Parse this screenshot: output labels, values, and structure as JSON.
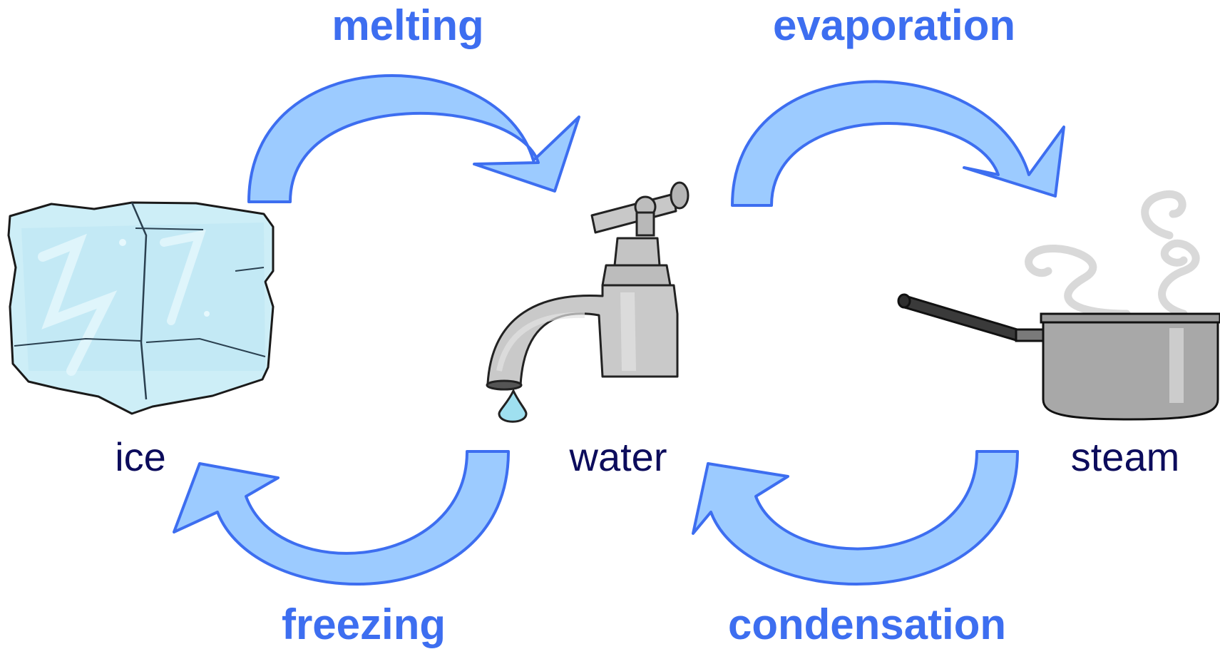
{
  "states": {
    "ice": "ice",
    "water": "water",
    "steam": "steam"
  },
  "processes": {
    "melting": "melting",
    "evaporation": "evaporation",
    "freezing": "freezing",
    "condensation": "condensation"
  },
  "colors": {
    "process_text": "#3d6ef0",
    "state_text": "#0c0c5c",
    "arrow_fill": "#9ccbff",
    "arrow_stroke": "#3d6ef0"
  },
  "icons": [
    "ice-cube-icon",
    "water-tap-icon",
    "water-drop-icon",
    "saucepan-icon",
    "steam-icon"
  ]
}
